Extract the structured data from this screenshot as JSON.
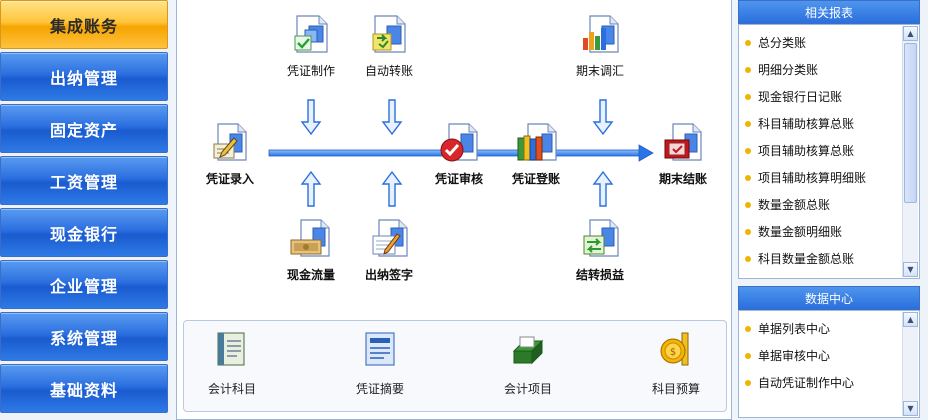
{
  "nav": {
    "items": [
      {
        "label": "集成账务",
        "active": true
      },
      {
        "label": "出纳管理",
        "active": false
      },
      {
        "label": "固定资产",
        "active": false
      },
      {
        "label": "工资管理",
        "active": false
      },
      {
        "label": "现金银行",
        "active": false
      },
      {
        "label": "企业管理",
        "active": false
      },
      {
        "label": "系统管理",
        "active": false
      },
      {
        "label": "基础资料",
        "active": false
      }
    ]
  },
  "workflow": {
    "voucher_create": "凭证制作",
    "auto_transfer": "自动转账",
    "voucher_entry": "凭证录入",
    "voucher_audit": "凭证审核",
    "voucher_post": "凭证登账",
    "period_close": "期末结账",
    "period_adjust": "期末调汇",
    "cash_flow": "现金流量",
    "cashier_sign": "出纳签字",
    "carry_forward": "结转损益"
  },
  "bottom": {
    "items": [
      {
        "label": "会计科目",
        "icon": "ledger-book-icon"
      },
      {
        "label": "凭证摘要",
        "icon": "document-list-icon"
      },
      {
        "label": "会计项目",
        "icon": "card-tray-icon"
      },
      {
        "label": "科目预算",
        "icon": "coin-budget-icon"
      }
    ]
  },
  "reports": {
    "title": "相关报表",
    "items": [
      "总分类账",
      "明细分类账",
      "现金银行日记账",
      "科目辅助核算总账",
      "项目辅助核算总账",
      "项目辅助核算明细账",
      "数量金额总账",
      "数量金额明细账",
      "科目数量金额总账"
    ]
  },
  "datacenter": {
    "title": "数据中心",
    "items": [
      "单据列表中心",
      "单据审核中心",
      "自动凭证制作中心"
    ]
  },
  "colors": {
    "nav_blue": "#2b6fe0",
    "nav_active": "#ffc43a",
    "flow_line": "#3c86f0",
    "bullet": "#f0b400"
  }
}
